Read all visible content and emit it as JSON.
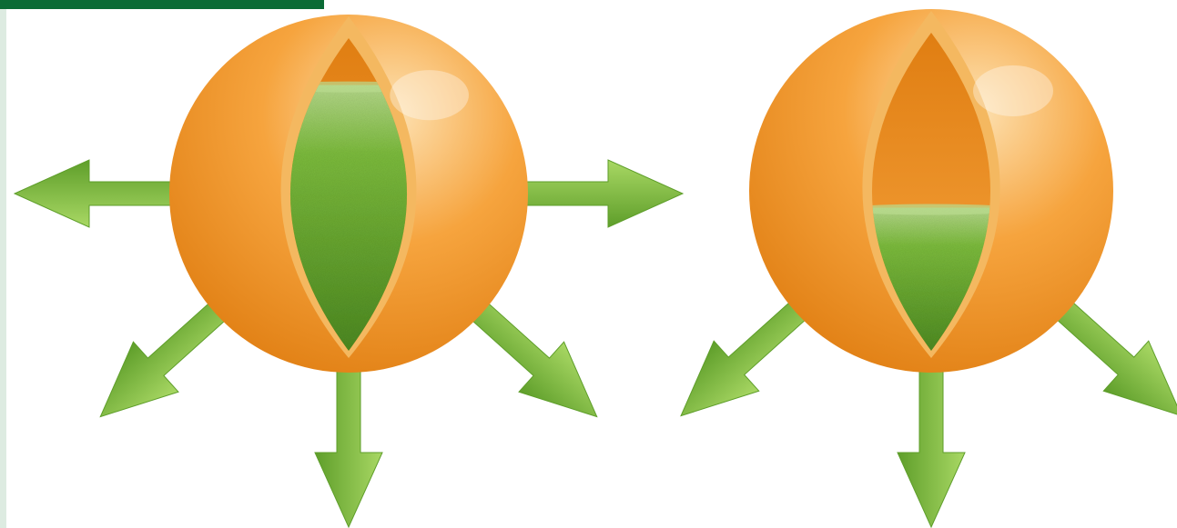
{
  "colors": {
    "top_bar": "#0b6b35",
    "left_strip": "#9fc7a9",
    "sphere_light": "#fde2b3",
    "sphere_mid": "#f6a43e",
    "sphere_dark": "#e07e12",
    "sphere_rim": "#f4b860",
    "green_light": "#b9dc8e",
    "green_mid": "#7fbf3f",
    "green_dark": "#4d8a22",
    "arrow_light": "#a9d864",
    "arrow_dark": "#5e9e2a"
  },
  "figures": [
    {
      "label": "",
      "fill_level": 0.85,
      "arrows": [
        "left",
        "right",
        "down-left",
        "down",
        "down-right"
      ]
    },
    {
      "label": "",
      "fill_level": 0.45,
      "arrows": [
        "down-left",
        "down",
        "down-right"
      ]
    }
  ]
}
